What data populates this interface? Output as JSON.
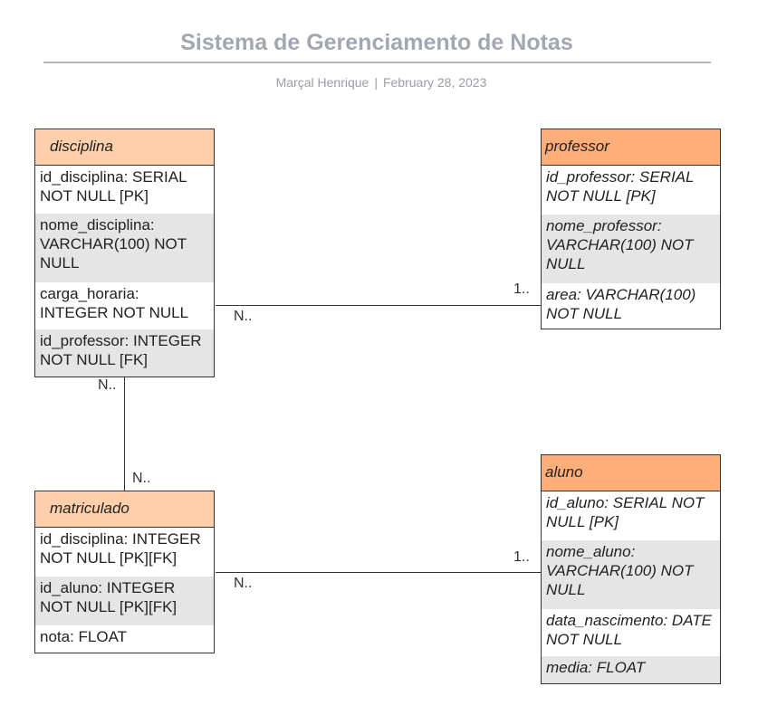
{
  "title": "Sistema de Gerenciamento de Notas",
  "author": "Marçal Henrique",
  "separator": "|",
  "date": "February 28, 2023",
  "entities": {
    "disciplina": {
      "name": "disciplina",
      "fields": [
        "id_disciplina: SERIAL NOT NULL [PK]",
        "nome_disciplina: VARCHAR(100) NOT NULL",
        "carga_horaria: INTEGER NOT NULL",
        "id_professor: INTEGER NOT NULL [FK]"
      ]
    },
    "professor": {
      "name": "professor",
      "fields": [
        "id_professor: SERIAL NOT NULL [PK]",
        "nome_professor: VARCHAR(100) NOT NULL",
        "area: VARCHAR(100) NOT NULL"
      ]
    },
    "matriculado": {
      "name": "matriculado",
      "fields": [
        "id_disciplina: INTEGER NOT NULL [PK][FK]",
        "id_aluno: INTEGER NOT NULL [PK][FK]",
        "nota: FLOAT"
      ]
    },
    "aluno": {
      "name": "aluno",
      "fields": [
        "id_aluno: SERIAL NOT NULL [PK]",
        "nome_aluno: VARCHAR(100) NOT NULL",
        "data_nascimento: DATE NOT NULL",
        "media: FLOAT"
      ]
    }
  },
  "cardinalities": {
    "disciplina_professor_many": "N..",
    "disciplina_professor_one": "1..",
    "disciplina_matriculado_top": "N..",
    "disciplina_matriculado_bottom": "N..",
    "matriculado_aluno_many": "N..",
    "matriculado_aluno_one": "1.."
  }
}
